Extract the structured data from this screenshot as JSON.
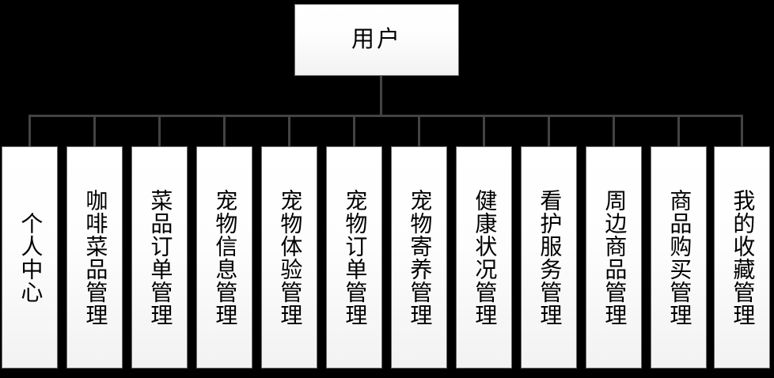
{
  "diagram": {
    "type": "organization-tree",
    "title": "用户",
    "background_color": "#000000",
    "node_fill": "#fdfdfd",
    "node_border_color": "#6b6b6b",
    "connector_color": "#434343",
    "text_color": "#000000",
    "root": {
      "label": "用户"
    },
    "children": [
      {
        "label": "个人中心"
      },
      {
        "label": "咖啡菜品管理"
      },
      {
        "label": "菜品订单管理"
      },
      {
        "label": "宠物信息管理"
      },
      {
        "label": "宠物体验管理"
      },
      {
        "label": "宠物订单管理"
      },
      {
        "label": "宠物寄养管理"
      },
      {
        "label": "健康状况管理"
      },
      {
        "label": "看护服务管理"
      },
      {
        "label": "周边商品管理"
      },
      {
        "label": "商品购买管理"
      },
      {
        "label": "我的收藏管理"
      }
    ]
  }
}
